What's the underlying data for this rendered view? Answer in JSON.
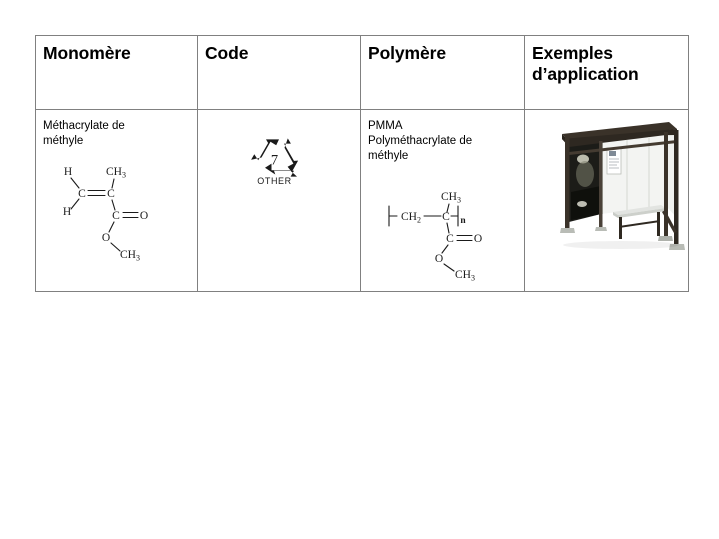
{
  "document": {
    "background_color": "#ffffff",
    "table": {
      "border_color": "#808080",
      "header_rule_color": "#000000",
      "columns": [
        {
          "key": "monomer",
          "header": "Monomère"
        },
        {
          "key": "code",
          "header": "Code"
        },
        {
          "key": "polymer",
          "header": "Polymère"
        },
        {
          "key": "example",
          "header": "Exemples\nd’application"
        }
      ],
      "rows": [
        {
          "monomer": {
            "name": "Méthacrylate de\nméthyle",
            "structure": {
              "kind": "skeletal-formula",
              "labels": [
                "H",
                "CH3",
                "C",
                "C",
                "H",
                "C",
                "O",
                "O",
                "CH3"
              ],
              "description": "methyl methacrylate monomer"
            }
          },
          "code": {
            "recycling_number": "7",
            "recycling_label": "OTHER",
            "icon": "recycling-triangle-icon"
          },
          "polymer": {
            "abbreviation": "PMMA",
            "name": "Polyméthacrylate de\nméthyle",
            "structure": {
              "kind": "repeat-unit-formula",
              "labels": [
                "CH2",
                "C",
                "CH3",
                "n",
                "C",
                "O",
                "O",
                "CH3"
              ],
              "description": "poly(methyl methacrylate) repeat unit"
            }
          },
          "example": {
            "image": "bus-shelter-photo",
            "alt": "Abribus"
          }
        }
      ]
    }
  }
}
